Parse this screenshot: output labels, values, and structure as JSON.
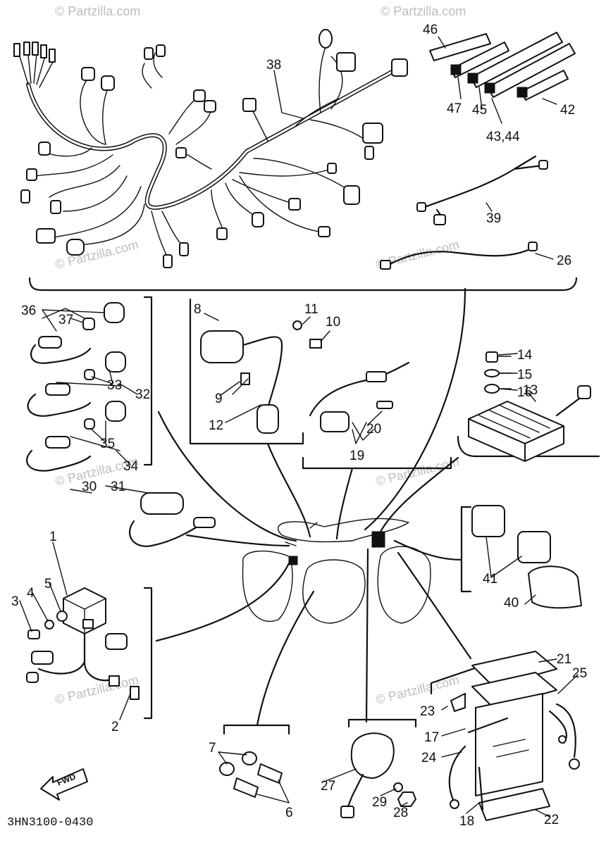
{
  "diagram_code": "3HN3100-0430",
  "fwd_label": "FWD",
  "watermark": "© Partzilla.com",
  "callouts": {
    "c1": "1",
    "c2": "2",
    "c3": "3",
    "c4": "4",
    "c5": "5",
    "c6": "6",
    "c7": "7",
    "c8": "8",
    "c9": "9",
    "c10": "10",
    "c11": "11",
    "c12": "12",
    "c13": "13",
    "c14": "14",
    "c15": "15",
    "c16": "16",
    "c17": "17",
    "c18": "18",
    "c19": "19",
    "c20": "20",
    "c21": "21",
    "c22": "22",
    "c23": "23",
    "c24": "24",
    "c25": "25",
    "c26": "26",
    "c27": "27",
    "c28": "28",
    "c29": "29",
    "c30": "30",
    "c31": "31",
    "c32": "32",
    "c33": "33",
    "c34": "34",
    "c35": "35",
    "c36": "36",
    "c37": "37",
    "c38": "38",
    "c39": "39",
    "c40": "40",
    "c41": "41",
    "c42": "42",
    "c43_44": "43,44",
    "c45": "45",
    "c46": "46",
    "c47": "47"
  }
}
